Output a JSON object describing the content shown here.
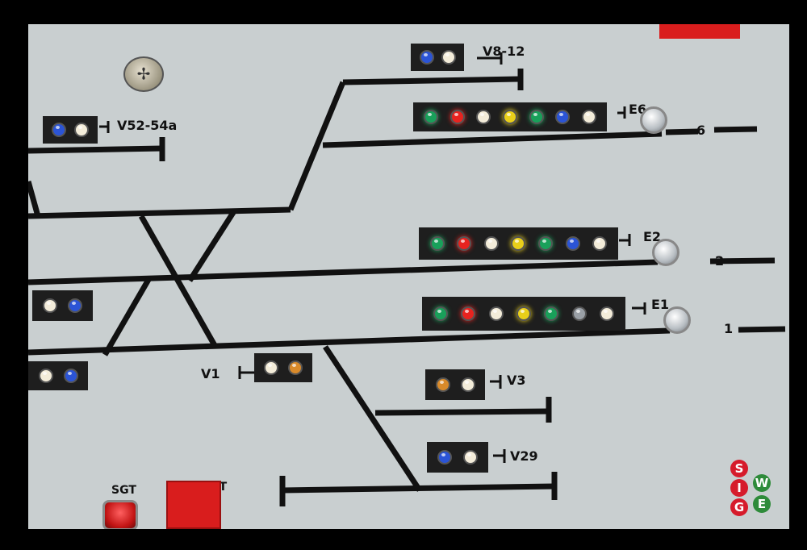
{
  "labels": {
    "v8_12": "V8-12",
    "v52_54a": "V52-54a",
    "e6": "E6",
    "track6": "6",
    "e2": "E2",
    "track2": "2",
    "e1": "E1",
    "track1": "1",
    "v1": "V1",
    "v3": "V3",
    "v29": "V29",
    "sgt": "SGT",
    "ugt": "UGT"
  },
  "logo": {
    "letters": [
      "S",
      "I",
      "G",
      "W",
      "E"
    ]
  },
  "signals": {
    "v8_12": [
      "blue",
      "white"
    ],
    "v52_54a": [
      "blue",
      "white"
    ],
    "e6": [
      "green",
      "red",
      "white",
      "yellow",
      "green",
      "blue",
      "white"
    ],
    "e2": [
      "green",
      "red",
      "white",
      "yellow",
      "green",
      "blue",
      "white"
    ],
    "e1": [
      "green",
      "red",
      "white",
      "yellow",
      "green",
      "clear",
      "white"
    ],
    "left_upper": [
      "white",
      "blue"
    ],
    "left_lower": [
      "white",
      "blue"
    ],
    "v1": [
      "white",
      "orange"
    ],
    "v3": [
      "orange",
      "white"
    ],
    "v29": [
      "blue",
      "white"
    ]
  },
  "colors": {
    "panel": "#c9cfd0",
    "track": "#111111",
    "green": "#19a05a",
    "red": "#e8231f",
    "white": "#f3ecd9",
    "yellow": "#e9cf1a",
    "blue": "#2b54d6",
    "orange": "#d98a2a",
    "clear": "#9aa0a6"
  }
}
